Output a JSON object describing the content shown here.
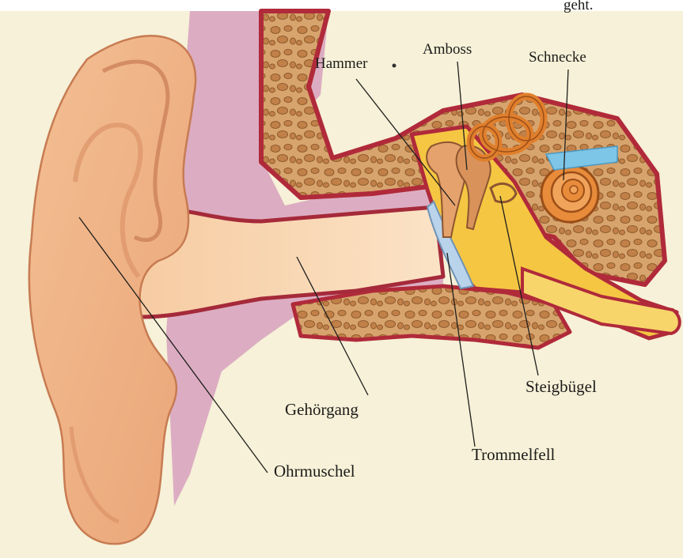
{
  "diagram": {
    "corner_text": "geht.",
    "labels": {
      "hammer": "Hammer",
      "amboss": "Amboss",
      "schnecke": "Schnecke",
      "steigbuegel": "Steigbügel",
      "gehoergang": "Gehörgang",
      "trommelfell": "Trommelfell",
      "ohrmuschel": "Ohrmuschel"
    }
  }
}
